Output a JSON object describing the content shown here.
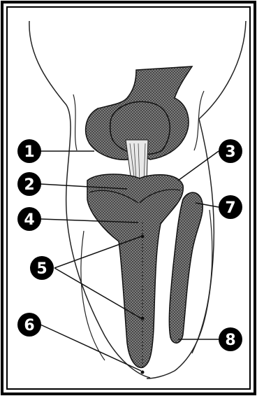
{
  "figure": {
    "kind": "anatomical illustration (knee, anterior view)",
    "fill_color": "#6f6f6f",
    "line_color": "#111111",
    "callout_color": "#000000",
    "callouts": [
      {
        "id": "1",
        "label": "1"
      },
      {
        "id": "2",
        "label": "2"
      },
      {
        "id": "3",
        "label": "3"
      },
      {
        "id": "4",
        "label": "4"
      },
      {
        "id": "5",
        "label": "5"
      },
      {
        "id": "6",
        "label": "6"
      },
      {
        "id": "7",
        "label": "7"
      },
      {
        "id": "8",
        "label": "8"
      }
    ]
  }
}
